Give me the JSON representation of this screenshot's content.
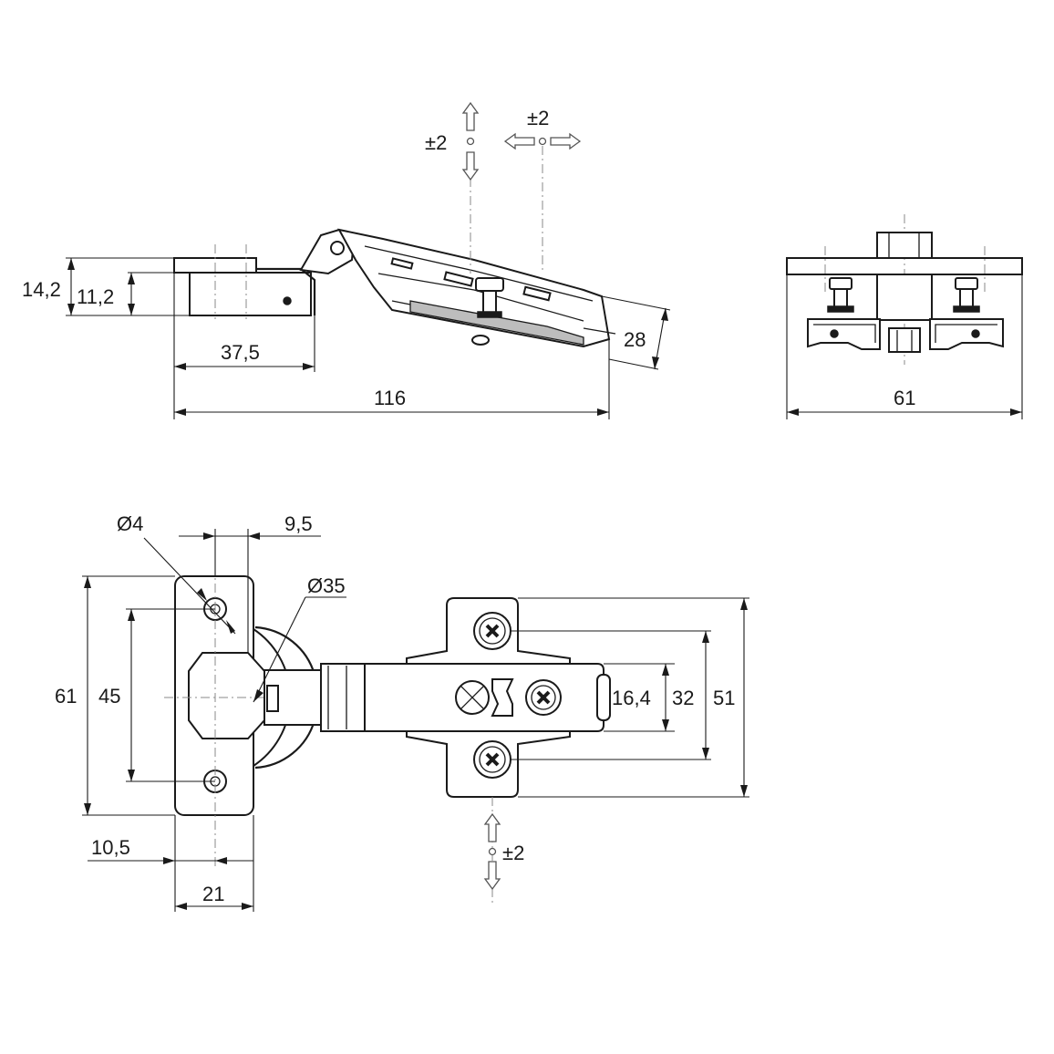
{
  "side_view": {
    "dim_overall_length": "116",
    "dim_plate_length": "37,5",
    "dim_height_outer": "14,2",
    "dim_height_inner": "11,2",
    "dim_arm_height": "28",
    "adjust_vertical": "±2",
    "adjust_horizontal": "±2"
  },
  "end_view": {
    "dim_width": "61"
  },
  "top_view": {
    "dim_hole_diameter": "Ø4",
    "dim_hole_offset": "9,5",
    "dim_cup_diameter": "Ø35",
    "dim_plate_height": "61",
    "dim_hole_spacing": "45",
    "dim_edge_offset": "10,5",
    "dim_plate_width": "21",
    "dim_arm_width": "16,4",
    "dim_screw_spacing": "32",
    "dim_base_height": "51",
    "adjust_depth": "±2"
  },
  "colors": {
    "line": "#1a1a1a",
    "centerline": "#888888",
    "background": "#ffffff"
  },
  "icons": [
    "double-arrow-vertical-icon",
    "double-arrow-horizontal-icon",
    "phillips-screw-icon"
  ]
}
